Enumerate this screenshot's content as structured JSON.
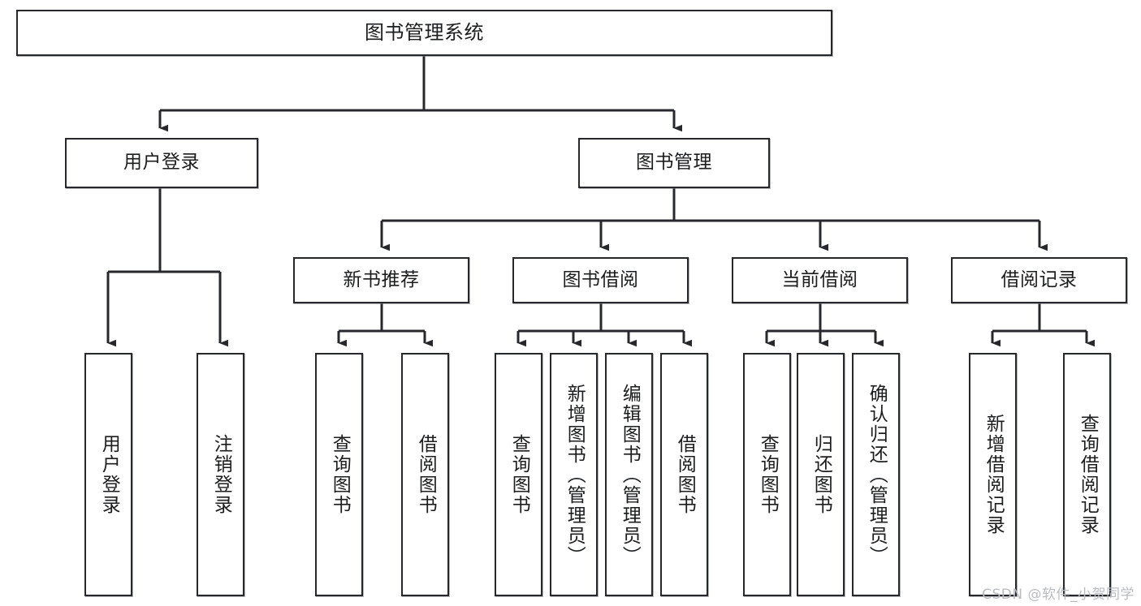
{
  "diagram": {
    "title": "图书管理系统",
    "type": "tree-hierarchy",
    "watermark": "CSDN @软件_小贺同学",
    "colors": {
      "box_border": "#26282b",
      "box_fill": "#ffffff",
      "edge": "#26282b",
      "text": "#1b1d1f",
      "watermark": "#b9bcc0",
      "background": "#ffffff"
    },
    "levels": {
      "root": {
        "label": "图书管理系统"
      },
      "level2": [
        {
          "label": "用户登录"
        },
        {
          "label": "图书管理"
        }
      ],
      "level3": [
        {
          "label": "新书推荐"
        },
        {
          "label": "图书借阅"
        },
        {
          "label": "当前借阅"
        },
        {
          "label": "借阅记录"
        }
      ],
      "leaves": {
        "user_login": [
          {
            "label": "用户登录"
          },
          {
            "label": "注销登录"
          }
        ],
        "new_book_recommend": [
          {
            "label": "查询图书"
          },
          {
            "label": "借阅图书"
          }
        ],
        "book_borrow": [
          {
            "label": "查询图书"
          },
          {
            "label": "新增图书（管理员）"
          },
          {
            "label": "编辑图书（管理员）"
          },
          {
            "label": "借阅图书"
          }
        ],
        "current_borrow": [
          {
            "label": "查询图书"
          },
          {
            "label": "归还图书"
          },
          {
            "label": "确认归还（管理员）"
          }
        ],
        "borrow_records": [
          {
            "label": "新增借阅记录"
          },
          {
            "label": "查询借阅记录"
          }
        ]
      }
    }
  }
}
